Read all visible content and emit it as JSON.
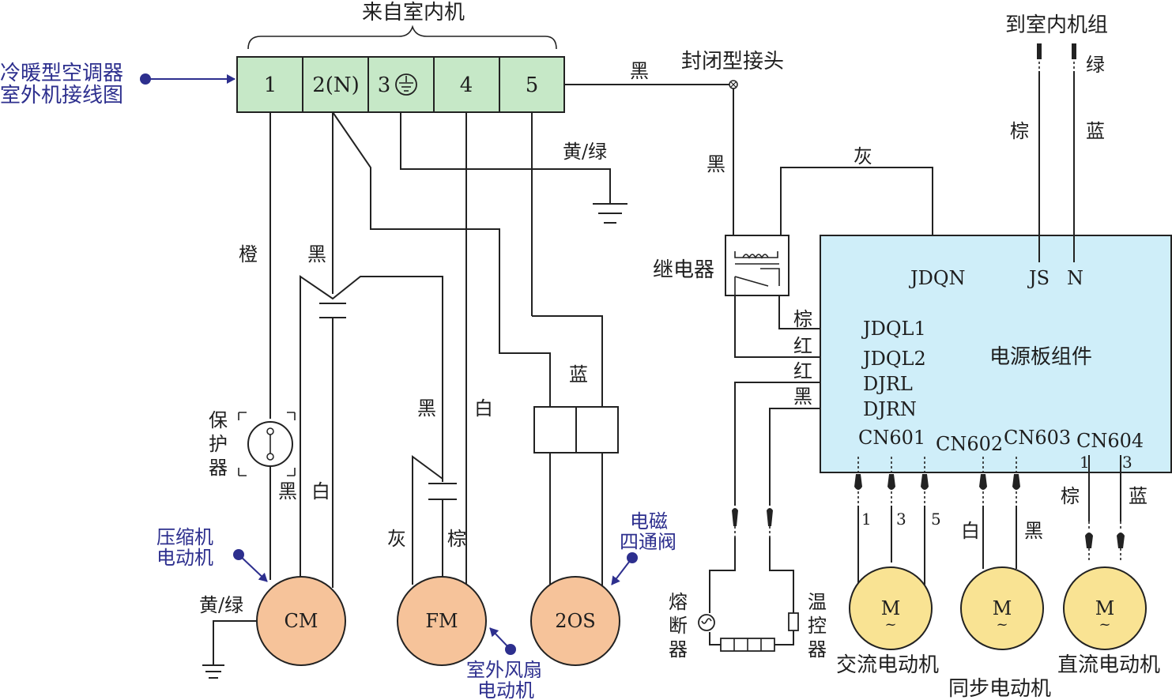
{
  "colors": {
    "terminal_fill": "#c6e8c7",
    "board_fill": "#cfeef9",
    "motor_orange": "#f6c39a",
    "motor_yellow": "#f9e393",
    "wire": "#222222",
    "annotation_blue": "#2d2f8e"
  },
  "header": {
    "from_indoor": "来自室内机",
    "to_indoor_group": "到室内机组"
  },
  "annotations": {
    "title_line1": "冷暖型空调器",
    "title_line2": "室外机接线图",
    "compressor_line1": "压缩机",
    "compressor_line2": "电动机",
    "fan_line1": "室外风扇",
    "fan_line2": "电动机",
    "valve_line1": "电磁",
    "valve_line2": "四通阀"
  },
  "terminal_block": {
    "t1": "1",
    "t2": "2(N)",
    "t3": "3",
    "t4": "4",
    "t5": "5"
  },
  "connector": {
    "label": "封闭型接头"
  },
  "relay": {
    "label": "继电器"
  },
  "protector": {
    "c1": "保",
    "c2": "护",
    "c3": "器"
  },
  "fuse": {
    "c1": "熔",
    "c2": "断",
    "c3": "器"
  },
  "thermostat": {
    "c1": "温",
    "c2": "控",
    "c3": "器"
  },
  "wires": {
    "black": "黑",
    "white": "白",
    "orange": "橙",
    "gray": "灰",
    "brown": "棕",
    "blue": "蓝",
    "red": "红",
    "green": "绿",
    "yellow_green": "黄/绿"
  },
  "board": {
    "title": "电源板组件",
    "jdqn": "JDQN",
    "js": "JS",
    "n": "N",
    "jdql1": "JDQL1",
    "jdql2": "JDQL2",
    "djrl": "DJRL",
    "djrn": "DJRN",
    "cn601": "CN601",
    "cn602": "CN602",
    "cn603": "CN603",
    "cn604": "CN604"
  },
  "pins": {
    "p1": "1",
    "p3": "3",
    "p5": "5"
  },
  "motors": {
    "cm": "CM",
    "fm": "FM",
    "valve": "2OS",
    "m": "M",
    "tilde": "~",
    "ac_label": "交流电动机",
    "sync_label": "同步电动机",
    "dc_label": "直流电动机"
  }
}
